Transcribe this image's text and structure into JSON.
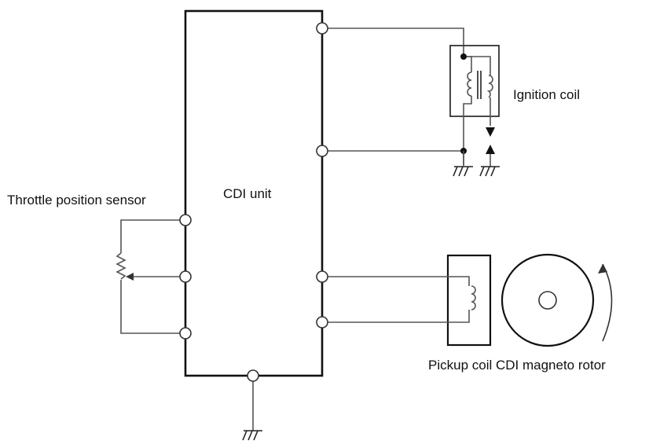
{
  "diagram": {
    "cdi_unit_label": "CDI unit",
    "ignition_coil_label": "Ignition coil",
    "throttle_sensor_label": "Throttle position sensor",
    "pickup_label": "Pickup coil CDI magneto rotor"
  }
}
